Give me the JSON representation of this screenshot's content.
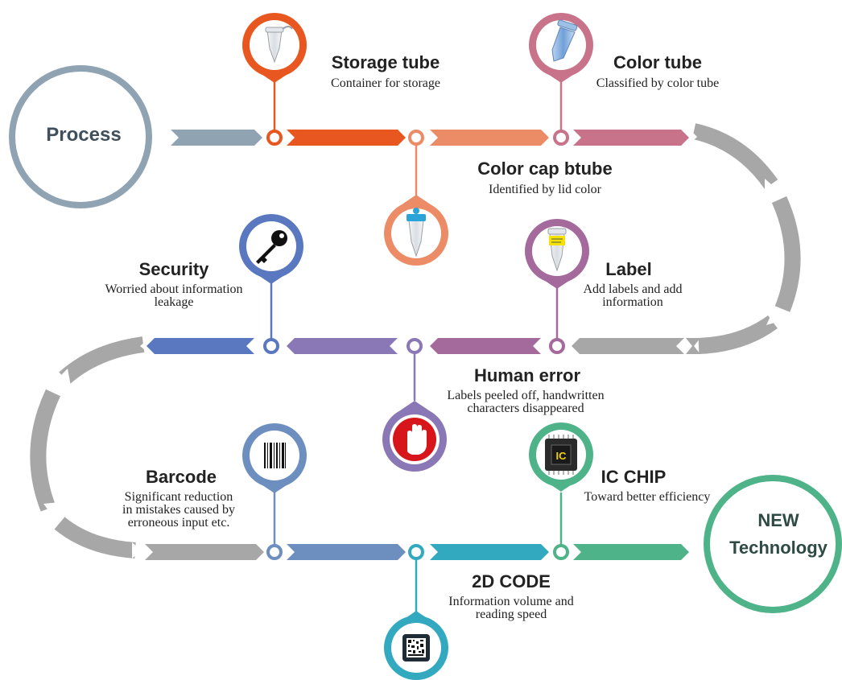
{
  "start": {
    "label": "Process",
    "color": "#8fa3b3"
  },
  "end": {
    "label_line1": "NEW",
    "label_line2": "Technology",
    "color": "#4fb389"
  },
  "steps": [
    {
      "id": "storage-tube",
      "title": "Storage tube",
      "description": [
        "Container for storage"
      ],
      "color": "#e8571f",
      "icon": "microtube-icon"
    },
    {
      "id": "color-cap-tube",
      "title": "Color cap btube",
      "description": [
        "Identified by lid color"
      ],
      "color": "#ec8c66",
      "icon": "colored-cap-tube-icon"
    },
    {
      "id": "color-tube",
      "title": "Color tube",
      "description": [
        "Classified by color tube"
      ],
      "color": "#c8738a",
      "icon": "blue-tube-icon"
    },
    {
      "id": "label",
      "title": "Label",
      "description": [
        "Add labels and add",
        "information"
      ],
      "color": "#a46a9c",
      "icon": "labeled-tube-icon"
    },
    {
      "id": "human-error",
      "title": "Human error",
      "description": [
        "Labels peeled off, handwritten",
        "characters disappeared"
      ],
      "color": "#8a77b5",
      "icon": "stop-hand-icon"
    },
    {
      "id": "security",
      "title": "Security",
      "description": [
        "Worried about information",
        "leakage"
      ],
      "color": "#5a78c0",
      "icon": "key-icon"
    },
    {
      "id": "barcode",
      "title": "Barcode",
      "description": [
        "Significant reduction",
        "in mistakes caused by",
        "erroneous input etc."
      ],
      "color": "#6d8fbf",
      "icon": "barcode-icon"
    },
    {
      "id": "2d-code",
      "title": "2D CODE",
      "description": [
        "Information volume and",
        "reading speed"
      ],
      "color": "#33a9c0",
      "icon": "qr-code-icon"
    },
    {
      "id": "ic-chip",
      "title": "IC CHIP",
      "description": [
        "Toward better efficiency"
      ],
      "color": "#4fb389",
      "icon": "ic-chip-icon",
      "chip_text": "IC"
    }
  ],
  "colors": {
    "connector": "#a7a7a7",
    "text": "#222222"
  }
}
